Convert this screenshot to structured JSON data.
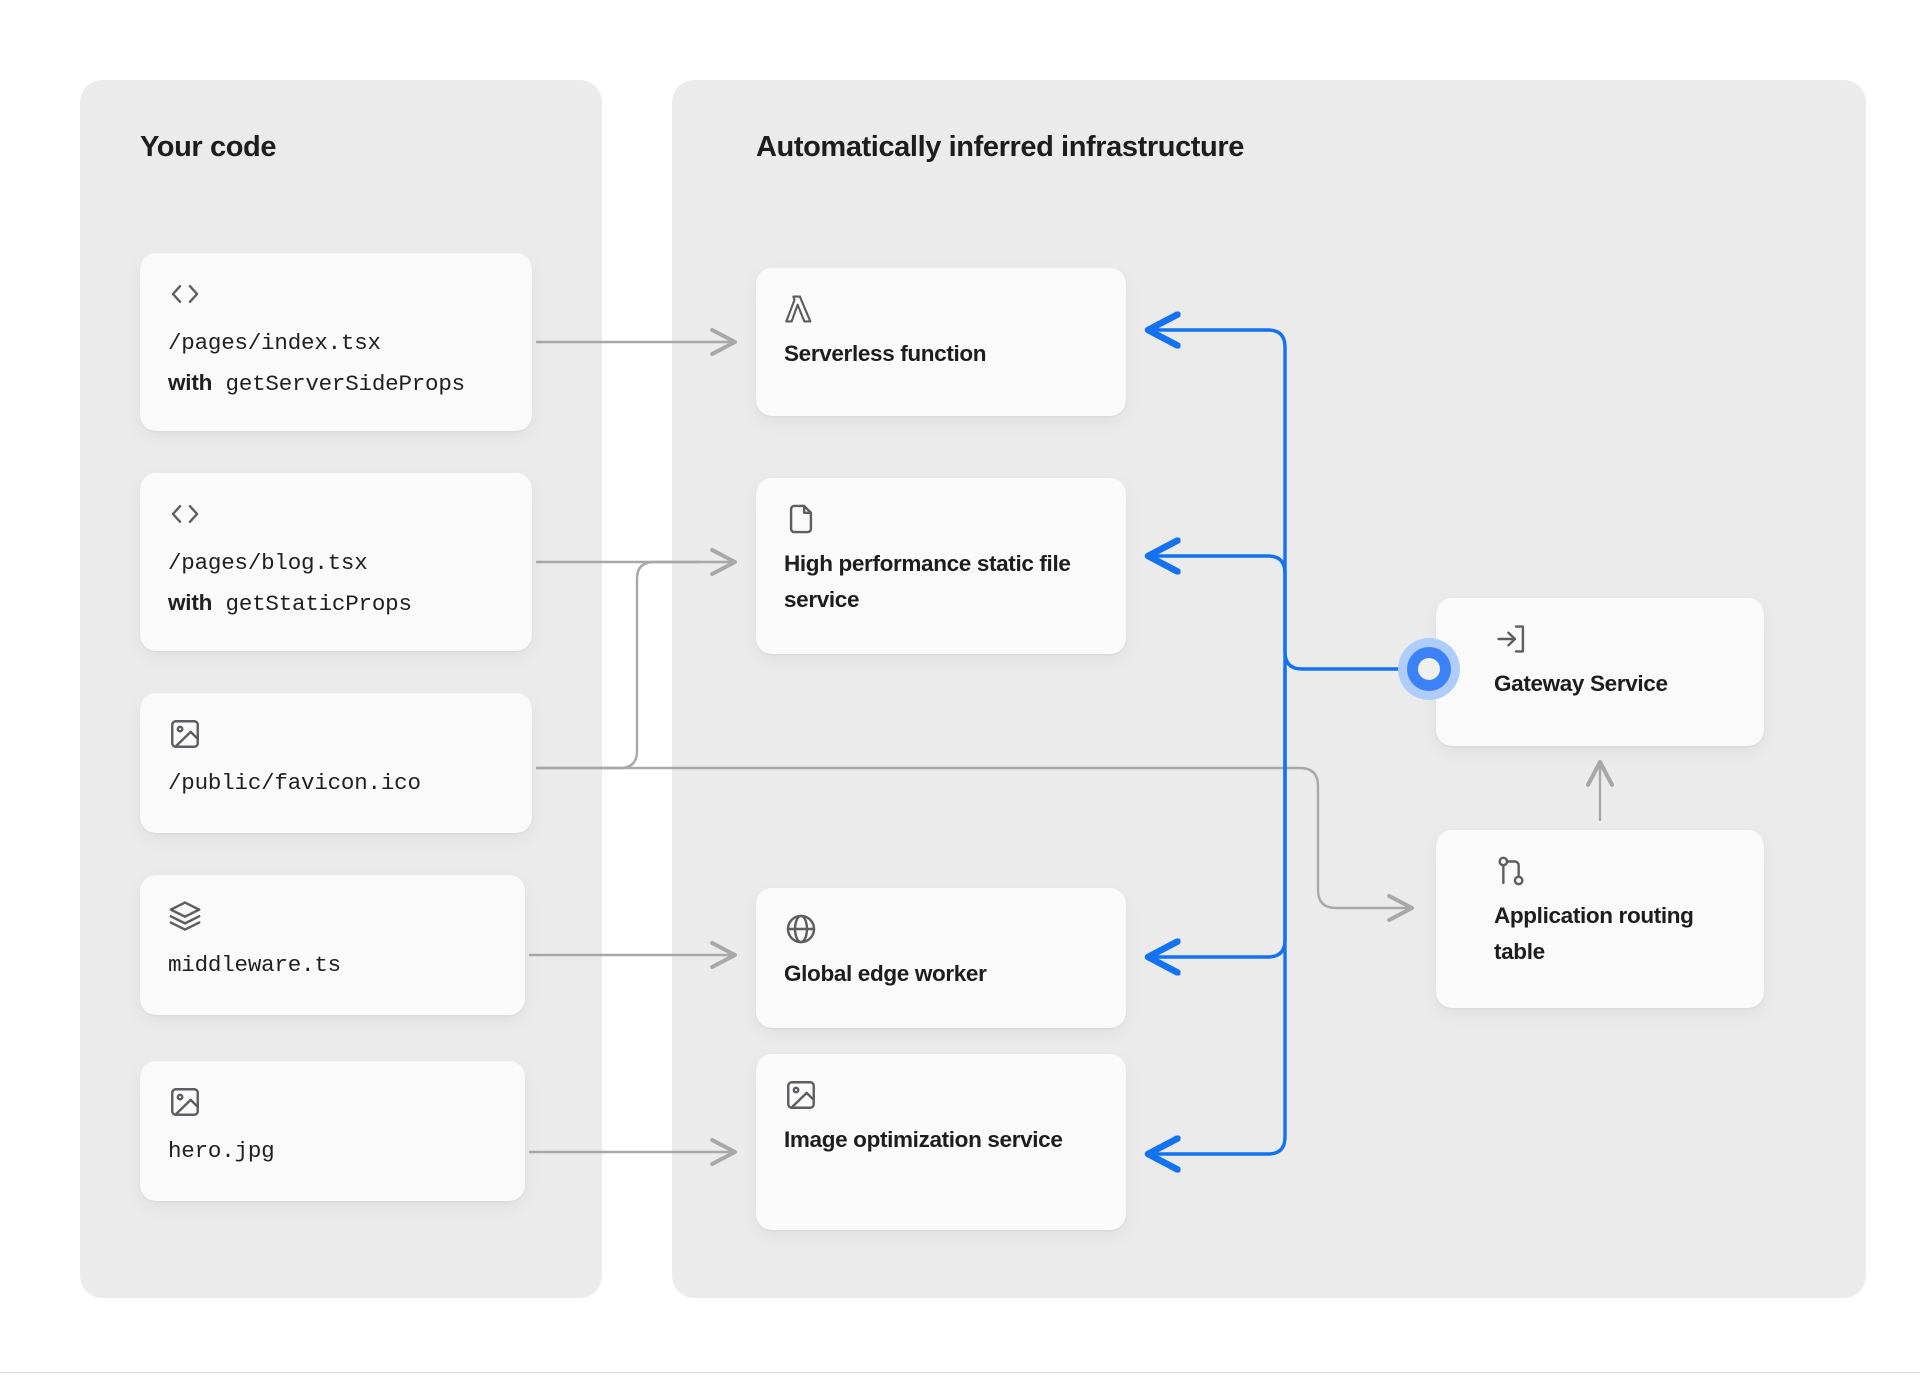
{
  "panels": {
    "left": {
      "title": "Your code"
    },
    "right": {
      "title": "Automatically inferred infrastructure"
    }
  },
  "colors": {
    "canvas": "#ffffff",
    "panel_bg": "#ebebeb",
    "card_bg": "#fafafa",
    "text": "#1d1d1f",
    "icon": "#5d5d62",
    "wire_gray": "#a8a8a8",
    "wire_blue": "#1272f0",
    "node_ring": "#3b82f6",
    "node_halo": "#aecdfa"
  },
  "code_cards": [
    {
      "id": "index",
      "icon": "code-brackets-icon",
      "line1": "/pages/index.tsx",
      "bold": "with",
      "rest": "getServerSideProps"
    },
    {
      "id": "blog",
      "icon": "code-brackets-icon",
      "line1": "/pages/blog.tsx",
      "bold": "with",
      "rest": "getStaticProps"
    },
    {
      "id": "favicon",
      "icon": "image-icon",
      "line1": "/public/favicon.ico",
      "bold": "",
      "rest": ""
    },
    {
      "id": "middleware",
      "icon": "layers-icon",
      "line1": "middleware.ts",
      "bold": "",
      "rest": ""
    },
    {
      "id": "hero",
      "icon": "image-icon",
      "line1": "hero.jpg",
      "bold": "",
      "rest": ""
    }
  ],
  "infra_cards": [
    {
      "id": "serverless",
      "icon": "lambda-icon",
      "label": "Serverless function"
    },
    {
      "id": "static",
      "icon": "file-icon",
      "label": "High performance static file service"
    },
    {
      "id": "edge",
      "icon": "globe-icon",
      "label": "Global edge worker"
    },
    {
      "id": "image",
      "icon": "image-icon",
      "label": "Image optimization service"
    }
  ],
  "edge_cards": [
    {
      "id": "gateway",
      "icon": "login-arrow-icon",
      "label": "Gateway Service"
    },
    {
      "id": "routing",
      "icon": "git-branch-icon",
      "label": "Application routing table"
    }
  ]
}
